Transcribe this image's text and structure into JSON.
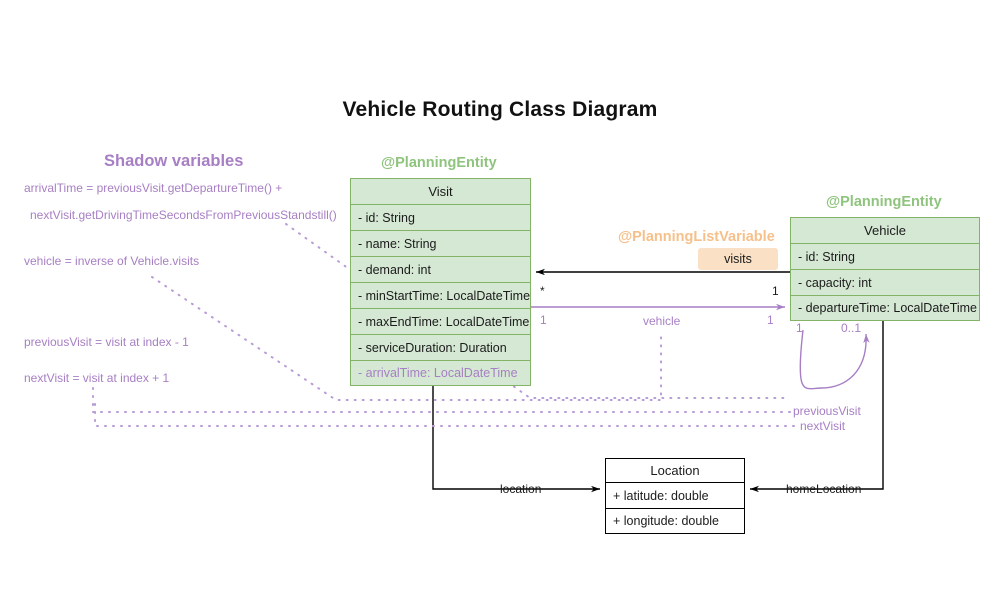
{
  "title": "Vehicle Routing Class Diagram",
  "colors": {
    "class_fill": "#d5e8d4",
    "class_stroke": "#82b366",
    "stereotype_green": "#8fc47e",
    "stereotype_orange": "#f6c08a",
    "shadow_purple": "#a77fc4",
    "badge_fill": "#fae0c4",
    "plain_stroke": "#000000"
  },
  "shadow_panel": {
    "title": "Shadow variables",
    "lines": [
      "arrivalTime = previousVisit.getDepartureTime() +",
      "nextVisit.getDrivingTimeSecondsFromPreviousStandstill()",
      "vehicle = inverse of Vehicle.visits",
      "previousVisit = visit at index - 1",
      "nextVisit = visit at index + 1"
    ]
  },
  "stereotypes": {
    "visit": "@PlanningEntity",
    "vehicle": "@PlanningEntity",
    "list_variable": "@PlanningListVariable"
  },
  "classes": {
    "visit": {
      "name": "Visit",
      "attributes": [
        "- id: String",
        "- name: String",
        "- demand: int",
        "- minStartTime: LocalDateTime",
        "- maxEndTime: LocalDateTime",
        "- serviceDuration: Duration",
        "- arrivalTime: LocalDateTime"
      ],
      "shadow_attribute_index": 6
    },
    "vehicle": {
      "name": "Vehicle",
      "attributes": [
        "- id: String",
        "- capacity: int",
        "- departureTime: LocalDateTime"
      ]
    },
    "location": {
      "name": "Location",
      "attributes": [
        "+ latitude: double",
        "+ longitude: double"
      ]
    }
  },
  "badges": {
    "visits": "visits"
  },
  "edge_labels": {
    "visits_source_mult": "1",
    "visits_target_mult": "*",
    "vehicle_name": "vehicle",
    "vehicle_source_mult": "1",
    "vehicle_target_mult": "1",
    "self_loop_left_mult": "1",
    "self_loop_right_mult": "0..1",
    "previous_visit": "previousVisit",
    "next_visit": "nextVisit",
    "location": "location",
    "home_location": "homeLocation"
  }
}
